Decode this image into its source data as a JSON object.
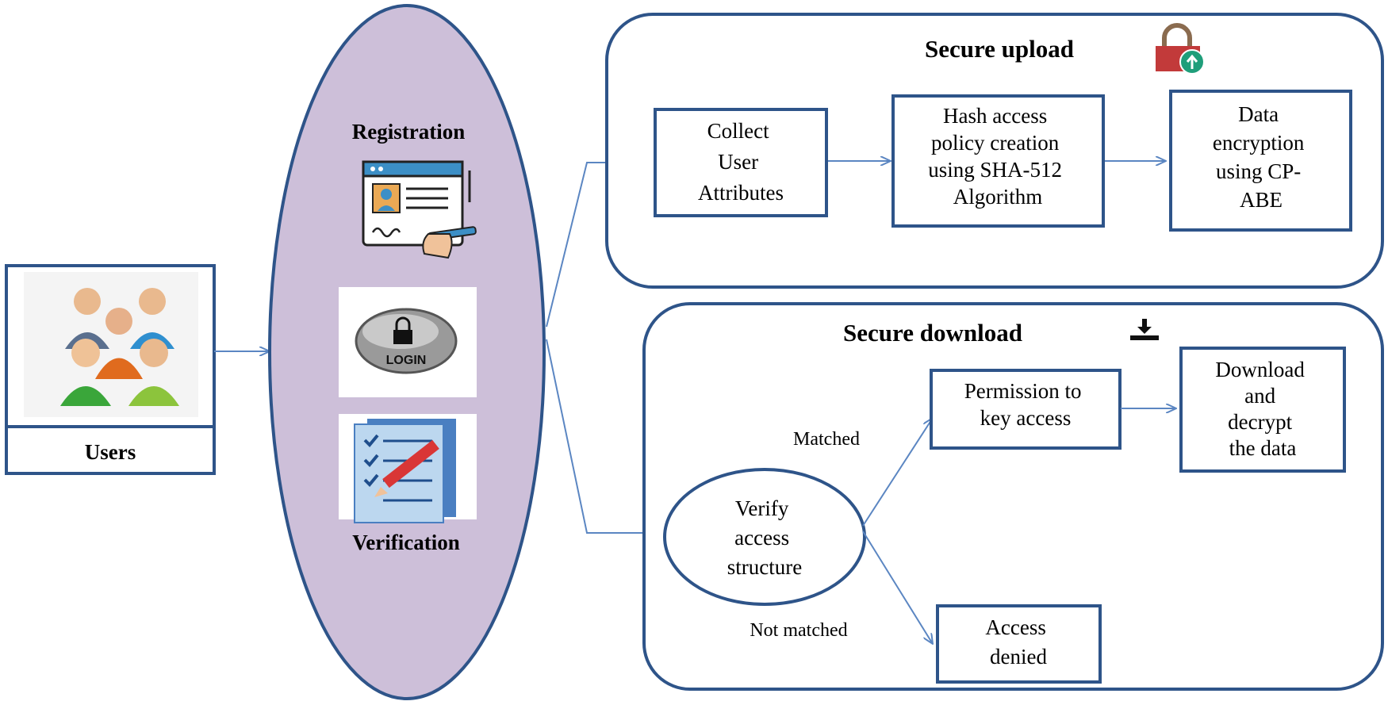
{
  "users": {
    "label": "Users"
  },
  "auth": {
    "registration": "Registration",
    "login_badge": "LOGIN",
    "verification": "Verification"
  },
  "upload": {
    "title": "Secure upload",
    "collect": [
      "Collect",
      "User",
      "Attributes"
    ],
    "hash": [
      "Hash access",
      "policy creation",
      "using SHA-512",
      "Algorithm"
    ],
    "encrypt": [
      "Data",
      "encryption",
      "using CP-",
      "ABE"
    ]
  },
  "download": {
    "title": "Secure download",
    "verify": [
      "Verify",
      "access",
      "structure"
    ],
    "matched": "Matched",
    "not_matched": "Not matched",
    "permission": [
      "Permission to",
      "key access"
    ],
    "download_box": [
      "Download",
      "and",
      "decrypt",
      "the data"
    ],
    "denied": [
      "Access",
      "denied"
    ]
  },
  "colors": {
    "box_border": "#2e5489",
    "arrow": "#5b86c2",
    "ellipse_fill": "#cdbfd9",
    "lock_red": "#c23a3a",
    "lock_green": "#1f9e7a"
  }
}
